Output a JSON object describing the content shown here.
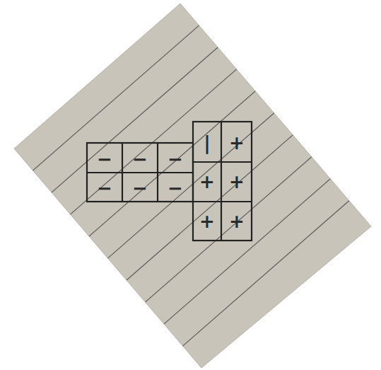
{
  "diagram": {
    "labels": [
      "−",
      "−",
      "−",
      "−",
      "−",
      "−",
      "|",
      "+",
      "+",
      "+",
      "+",
      "+"
    ]
  }
}
